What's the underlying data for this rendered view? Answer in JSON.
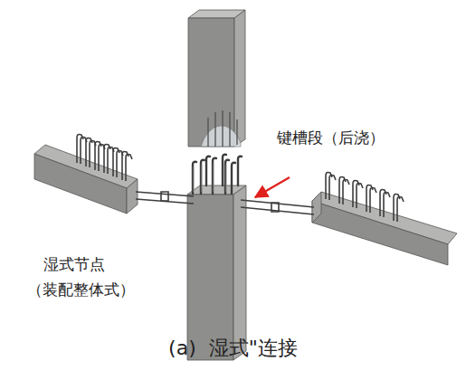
{
  "diagram": {
    "caption": "(a)  湿式\"连接",
    "labels": [
      "键槽段（后浇）",
      "湿式节点",
      "（装配整体式）"
    ]
  }
}
